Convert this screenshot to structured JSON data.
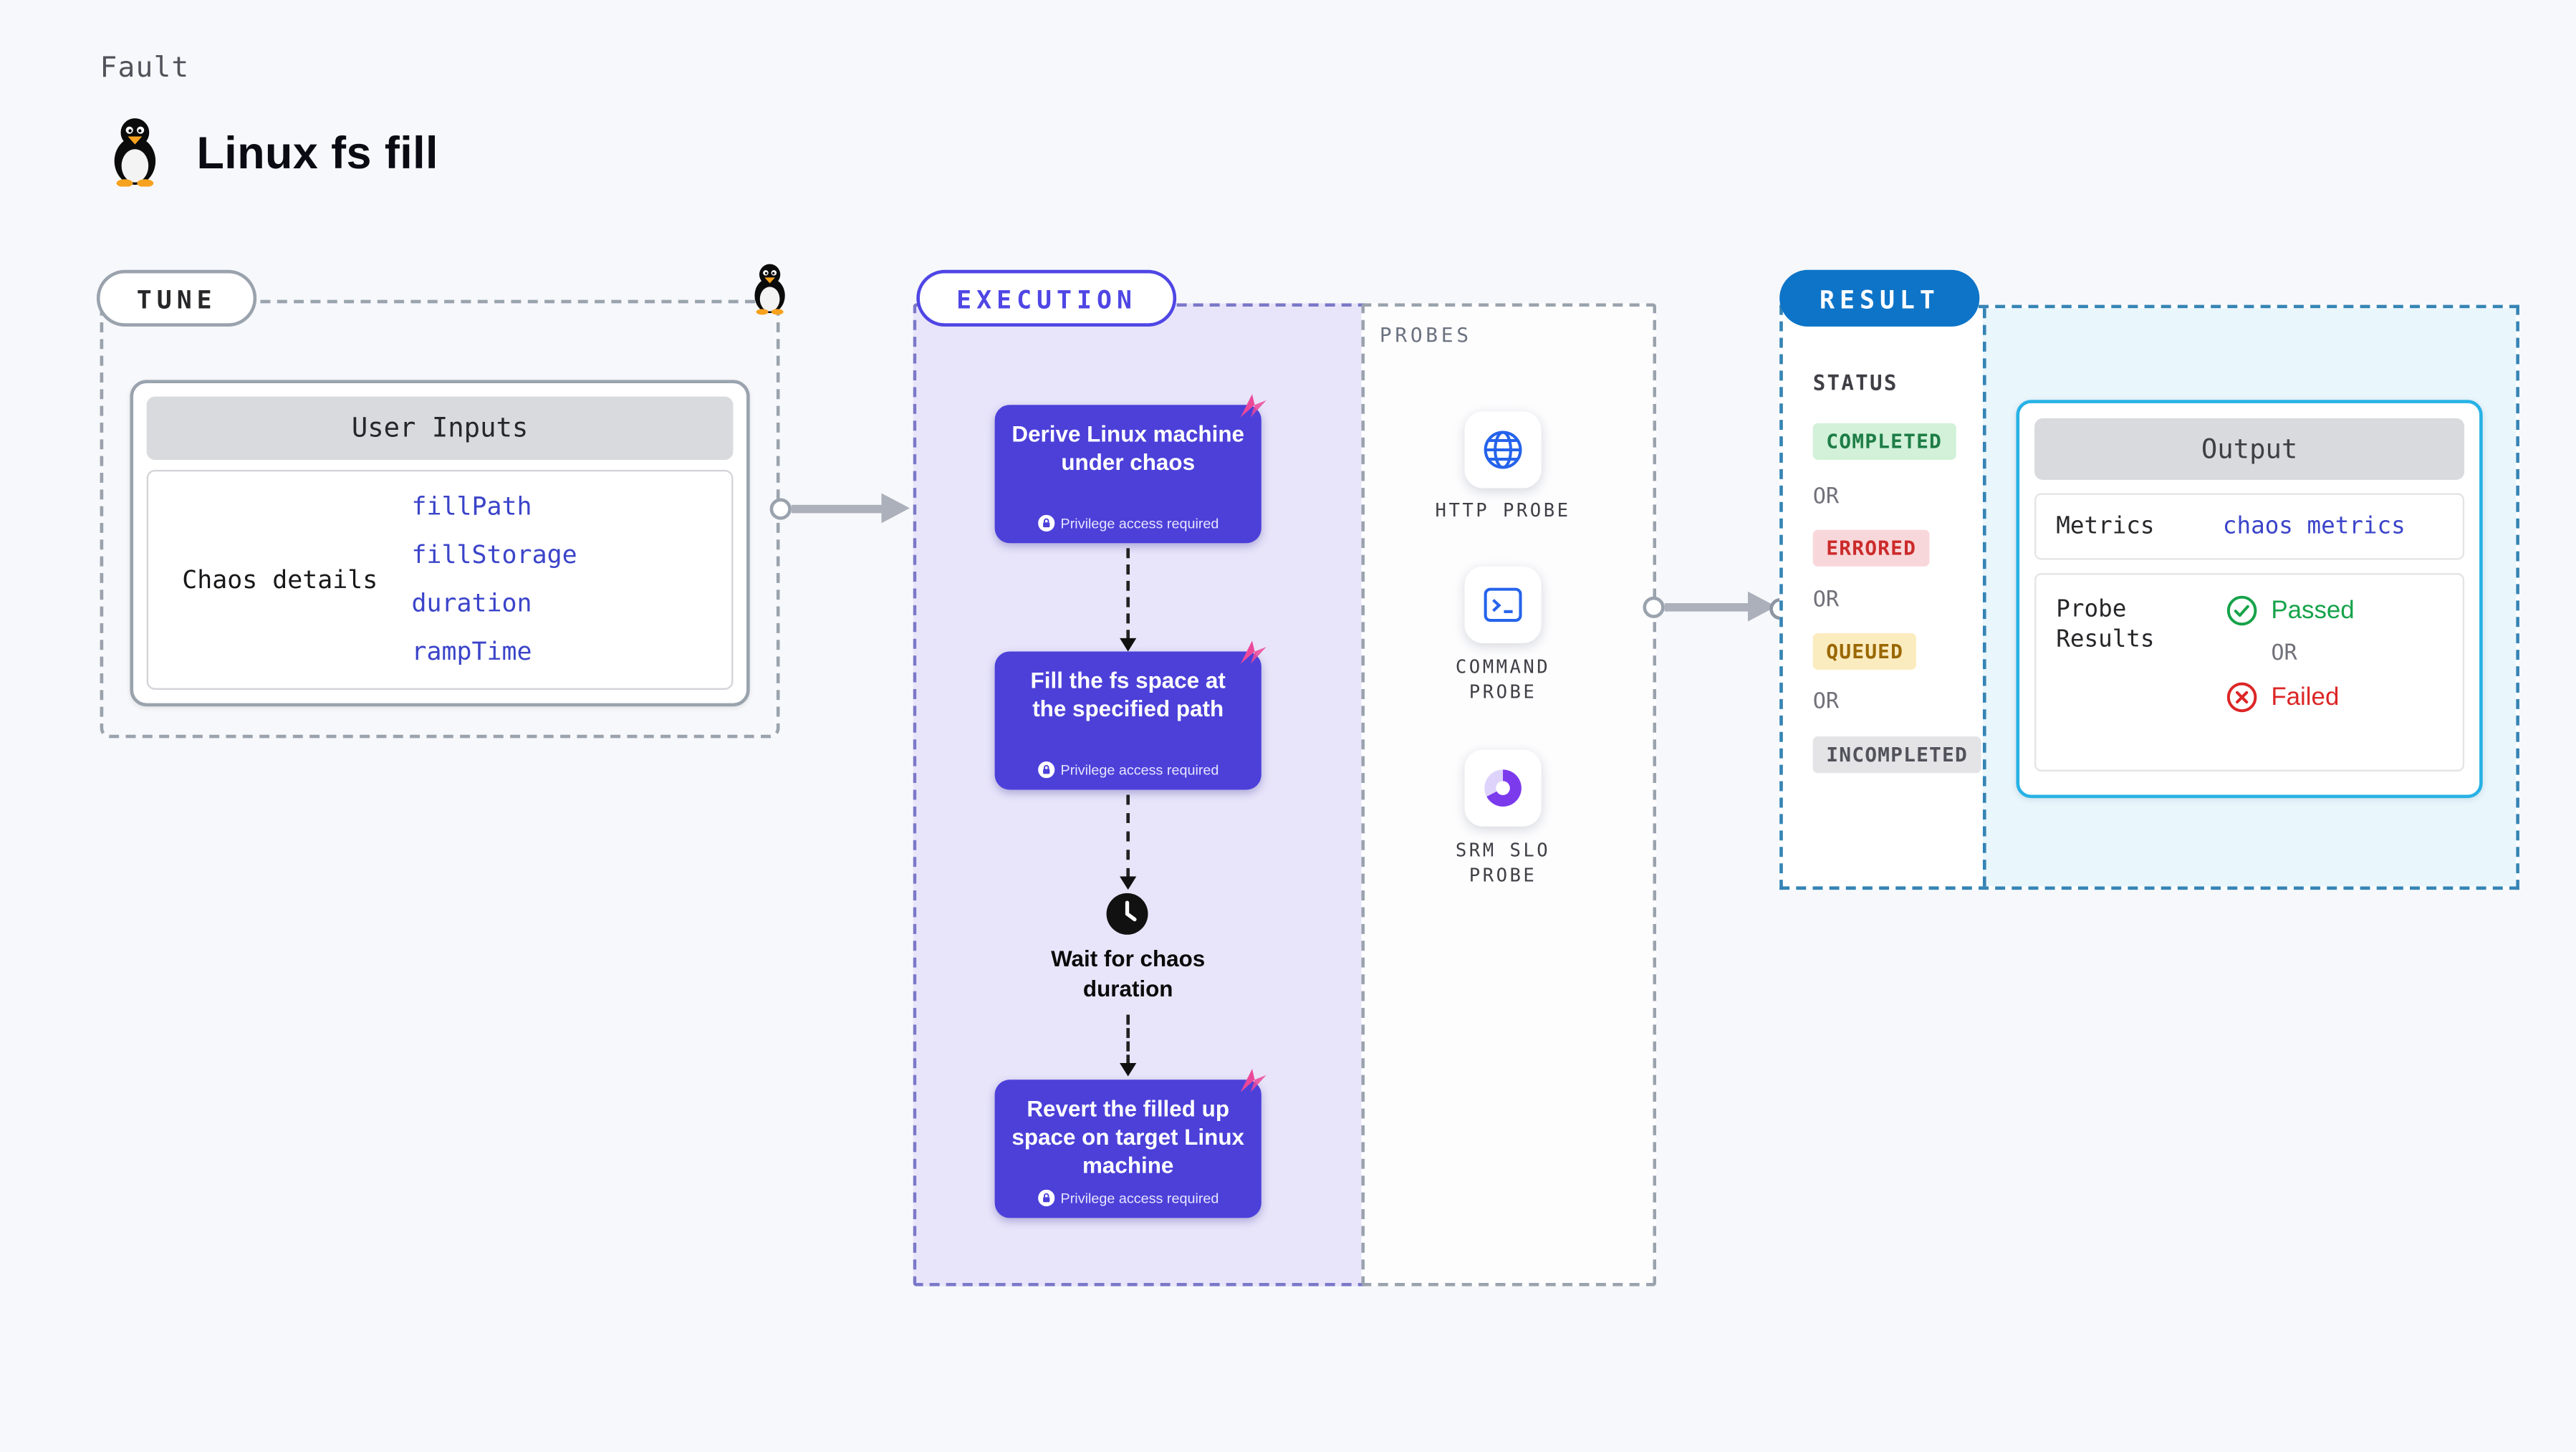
{
  "colors": {
    "accent_indigo": "#4f46e5",
    "step_box_purple": "#4c40d9",
    "result_blue": "#0d74c8",
    "output_border_cyan": "#27b2e5",
    "success_green": "#16a34a",
    "error_red": "#dc2626",
    "warning_yellow": "#9a6700",
    "pink_icon": "#ec4899"
  },
  "header": {
    "eyebrow": "Fault",
    "title": "Linux fs fill"
  },
  "tune": {
    "label": "TUNE",
    "user_inputs": {
      "title": "User Inputs",
      "row_label": "Chaos details",
      "fields": [
        "fillPath",
        "fillStorage",
        "duration",
        "rampTime"
      ]
    }
  },
  "execution": {
    "label": "EXECUTION",
    "steps": [
      {
        "text": "Derive Linux machine under chaos",
        "badge": "Privilege access required"
      },
      {
        "text": "Fill the fs space at the specified path",
        "badge": "Privilege access required"
      },
      {
        "text": "Revert the filled up space on target Linux machine",
        "badge": "Privilege access required"
      }
    ],
    "wait_label": "Wait for chaos duration"
  },
  "probes": {
    "label": "PROBES",
    "items": [
      {
        "name": "HTTP PROBE",
        "icon": "globe-icon"
      },
      {
        "name": "COMMAND PROBE",
        "icon": "terminal-icon"
      },
      {
        "name": "SRM SLO PROBE",
        "icon": "slo-donut-icon"
      }
    ]
  },
  "result": {
    "label": "RESULT",
    "status": {
      "title": "STATUS",
      "or": "OR",
      "badges": [
        {
          "text": "COMPLETED",
          "type": "success"
        },
        {
          "text": "ERRORED",
          "type": "error"
        },
        {
          "text": "QUEUED",
          "type": "warning"
        },
        {
          "text": "INCOMPLETED",
          "type": "neutral"
        }
      ]
    },
    "output": {
      "title": "Output",
      "metrics_label": "Metrics",
      "metrics_value": "chaos metrics",
      "probe_results_label": "Probe Results",
      "passed": "Passed",
      "or": "OR",
      "failed": "Failed"
    }
  }
}
